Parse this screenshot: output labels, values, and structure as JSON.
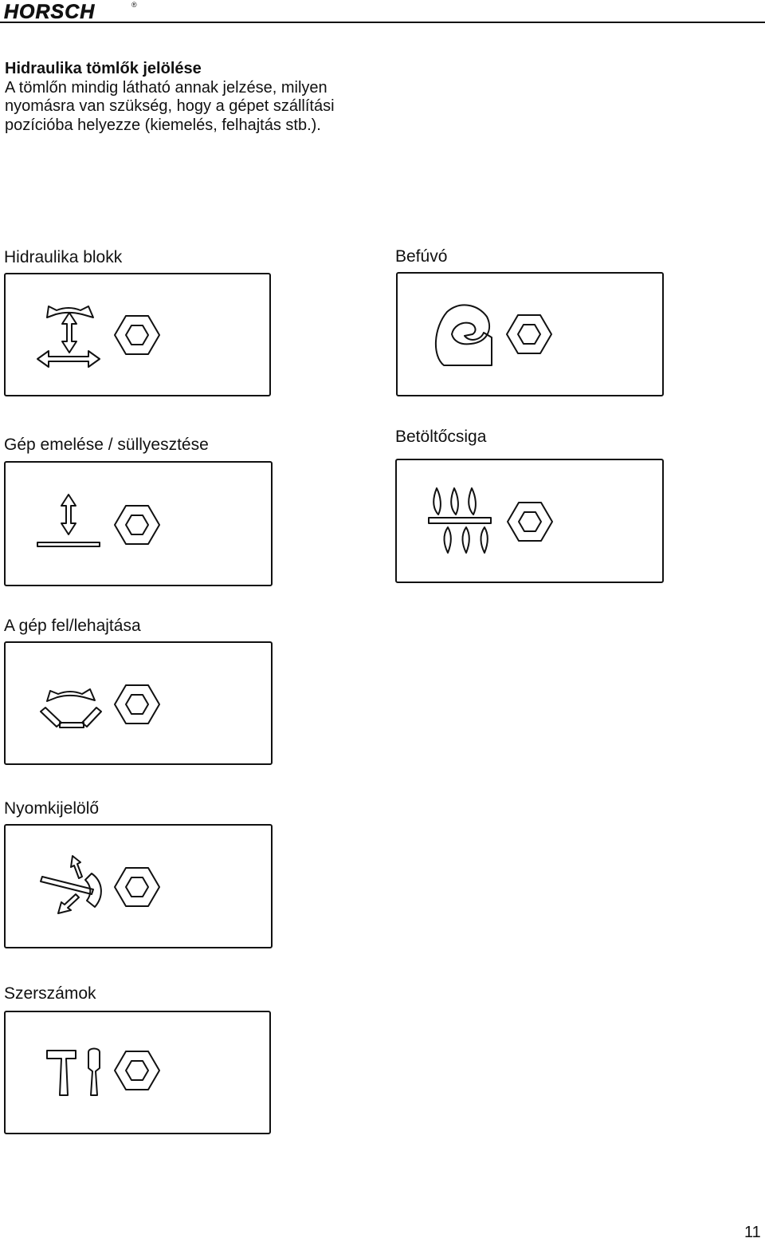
{
  "header": {
    "logo": "HORSCH",
    "registered": "®"
  },
  "intro": {
    "heading": "Hidraulika tömlők jelölése",
    "line1": "A tömlőn mindig látható annak jelzése, milyen",
    "line2": "nyomásra van szükség, hogy a gépet szállítási",
    "line3": "pozícióba helyezze (kiemelés, felhajtás stb.)."
  },
  "symbols": [
    {
      "label": "Hidraulika blokk",
      "icon": "hydraulic-block-icon"
    },
    {
      "label": "Befúvó",
      "icon": "blower-icon"
    },
    {
      "label": "Gép emelése / süllyesztése",
      "icon": "lift-lower-icon"
    },
    {
      "label": "Betöltőcsiga",
      "icon": "auger-icon"
    },
    {
      "label": "A gép fel/lehajtása",
      "icon": "fold-unfold-icon"
    },
    {
      "label": "Nyomkijelölő",
      "icon": "marker-icon"
    },
    {
      "label": "Szerszámok",
      "icon": "tools-icon"
    }
  ],
  "footer": {
    "page_number": "11"
  }
}
